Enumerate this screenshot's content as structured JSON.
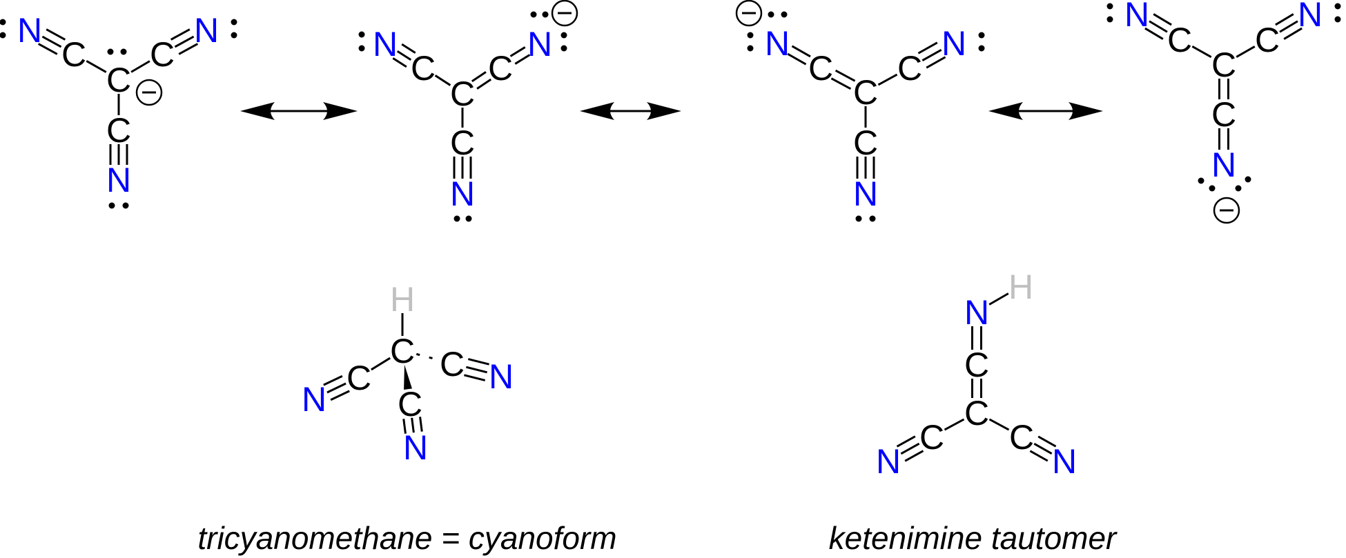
{
  "atoms": {
    "carbon": "C",
    "nitrogen": "N",
    "hydrogen": "H"
  },
  "captions": {
    "cyanoform": "tricyanomethane = cyanoform",
    "ketenimine": "ketenimine tautomer"
  },
  "colors": {
    "carbon": "#000000",
    "nitrogen": "#0000ff",
    "hydrogen": "#c0c0c0",
    "bond": "#000000"
  },
  "structures": [
    {
      "name": "resonance-structure-1"
    },
    {
      "name": "resonance-structure-2"
    },
    {
      "name": "resonance-structure-3"
    },
    {
      "name": "resonance-structure-4"
    },
    {
      "name": "cyanoform"
    },
    {
      "name": "ketenimine-tautomer"
    }
  ]
}
